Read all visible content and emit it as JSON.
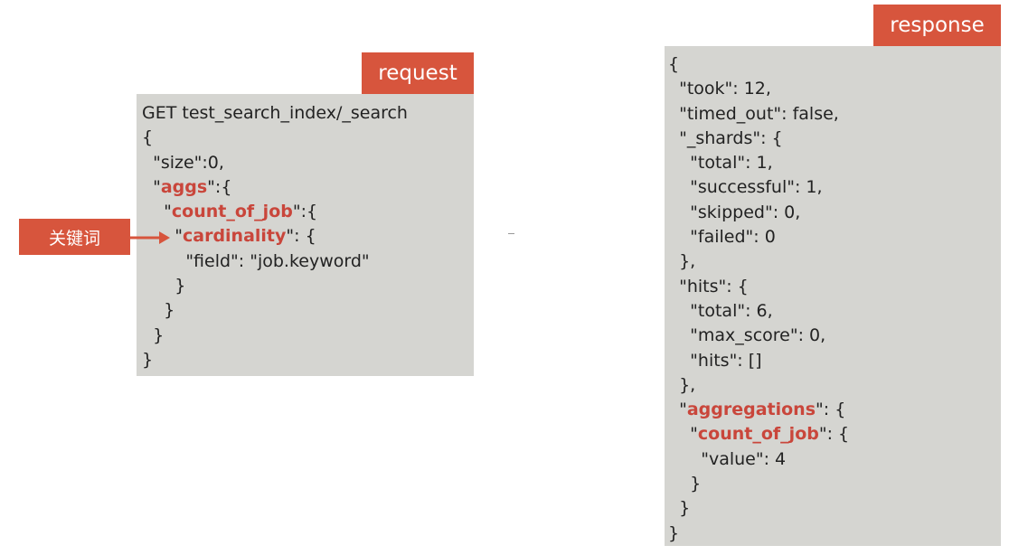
{
  "request": {
    "title": "request",
    "lines": [
      [
        {
          "t": "GET test_search_index/_search"
        }
      ],
      [
        {
          "t": "{"
        }
      ],
      [
        {
          "t": "  \"size\":0,"
        }
      ],
      [
        {
          "t": "  \""
        },
        {
          "t": "aggs",
          "k": true
        },
        {
          "t": "\":{"
        }
      ],
      [
        {
          "t": "    \""
        },
        {
          "t": "count_of_job",
          "k": true
        },
        {
          "t": "\":{"
        }
      ],
      [
        {
          "t": "      \""
        },
        {
          "t": "cardinality",
          "k": true
        },
        {
          "t": "\": {"
        }
      ],
      [
        {
          "t": "        \"field\": \"job.keyword\""
        }
      ],
      [
        {
          "t": "      }"
        }
      ],
      [
        {
          "t": "    }"
        }
      ],
      [
        {
          "t": "  }"
        }
      ],
      [
        {
          "t": "}"
        }
      ]
    ]
  },
  "response": {
    "title": "response",
    "lines": [
      [
        {
          "t": "{"
        }
      ],
      [
        {
          "t": "  \"took\": 12,"
        }
      ],
      [
        {
          "t": "  \"timed_out\": false,"
        }
      ],
      [
        {
          "t": "  \"_shards\": {"
        }
      ],
      [
        {
          "t": "    \"total\": 1,"
        }
      ],
      [
        {
          "t": "    \"successful\": 1,"
        }
      ],
      [
        {
          "t": "    \"skipped\": 0,"
        }
      ],
      [
        {
          "t": "    \"failed\": 0"
        }
      ],
      [
        {
          "t": "  },"
        }
      ],
      [
        {
          "t": "  \"hits\": {"
        }
      ],
      [
        {
          "t": "    \"total\": 6,"
        }
      ],
      [
        {
          "t": "    \"max_score\": 0,"
        }
      ],
      [
        {
          "t": "    \"hits\": []"
        }
      ],
      [
        {
          "t": "  },"
        }
      ],
      [
        {
          "t": "  \""
        },
        {
          "t": "aggregations",
          "k": true
        },
        {
          "t": "\": {"
        }
      ],
      [
        {
          "t": "    \""
        },
        {
          "t": "count_of_job",
          "k": true
        },
        {
          "t": "\": {"
        }
      ],
      [
        {
          "t": "      \"value\": 4"
        }
      ],
      [
        {
          "t": "    }"
        }
      ],
      [
        {
          "t": "  }"
        }
      ],
      [
        {
          "t": "}"
        }
      ]
    ]
  },
  "annotation": {
    "label": "关键词"
  },
  "colors": {
    "accent": "#d7553d",
    "keyword": "#c9463b",
    "panel": "#d5d5d1"
  }
}
